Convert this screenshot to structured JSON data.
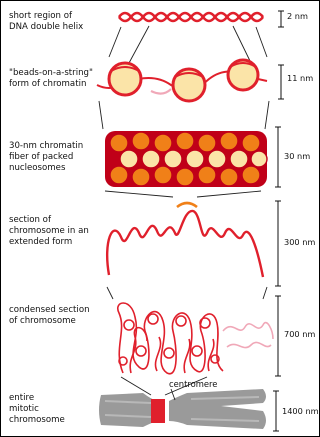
{
  "rows": [
    {
      "label": "short region of\nDNA double helix",
      "scale": "2 nm"
    },
    {
      "label": "\"beads-on-a-string\"\nform of chromatin",
      "scale": "11 nm"
    },
    {
      "label": "30-nm chromatin\nfiber of packed\nnucleosomes",
      "scale": "30 nm"
    },
    {
      "label": "section of\nchromosome in an\nextended form",
      "scale": "300 nm"
    },
    {
      "label": "condensed section\nof chromosome",
      "scale": "700 nm"
    },
    {
      "label": "entire\nmitotic\nchromosome",
      "scale": "1400 nm"
    }
  ],
  "centromere_label": "centromere",
  "colors": {
    "dna": "#e0202c",
    "bead_fill": "#fbe4a8",
    "bead_orange": "#f08018",
    "dark_red": "#c00018",
    "chromosome": "#9a9a9a",
    "pink": "#f0a8b8"
  }
}
